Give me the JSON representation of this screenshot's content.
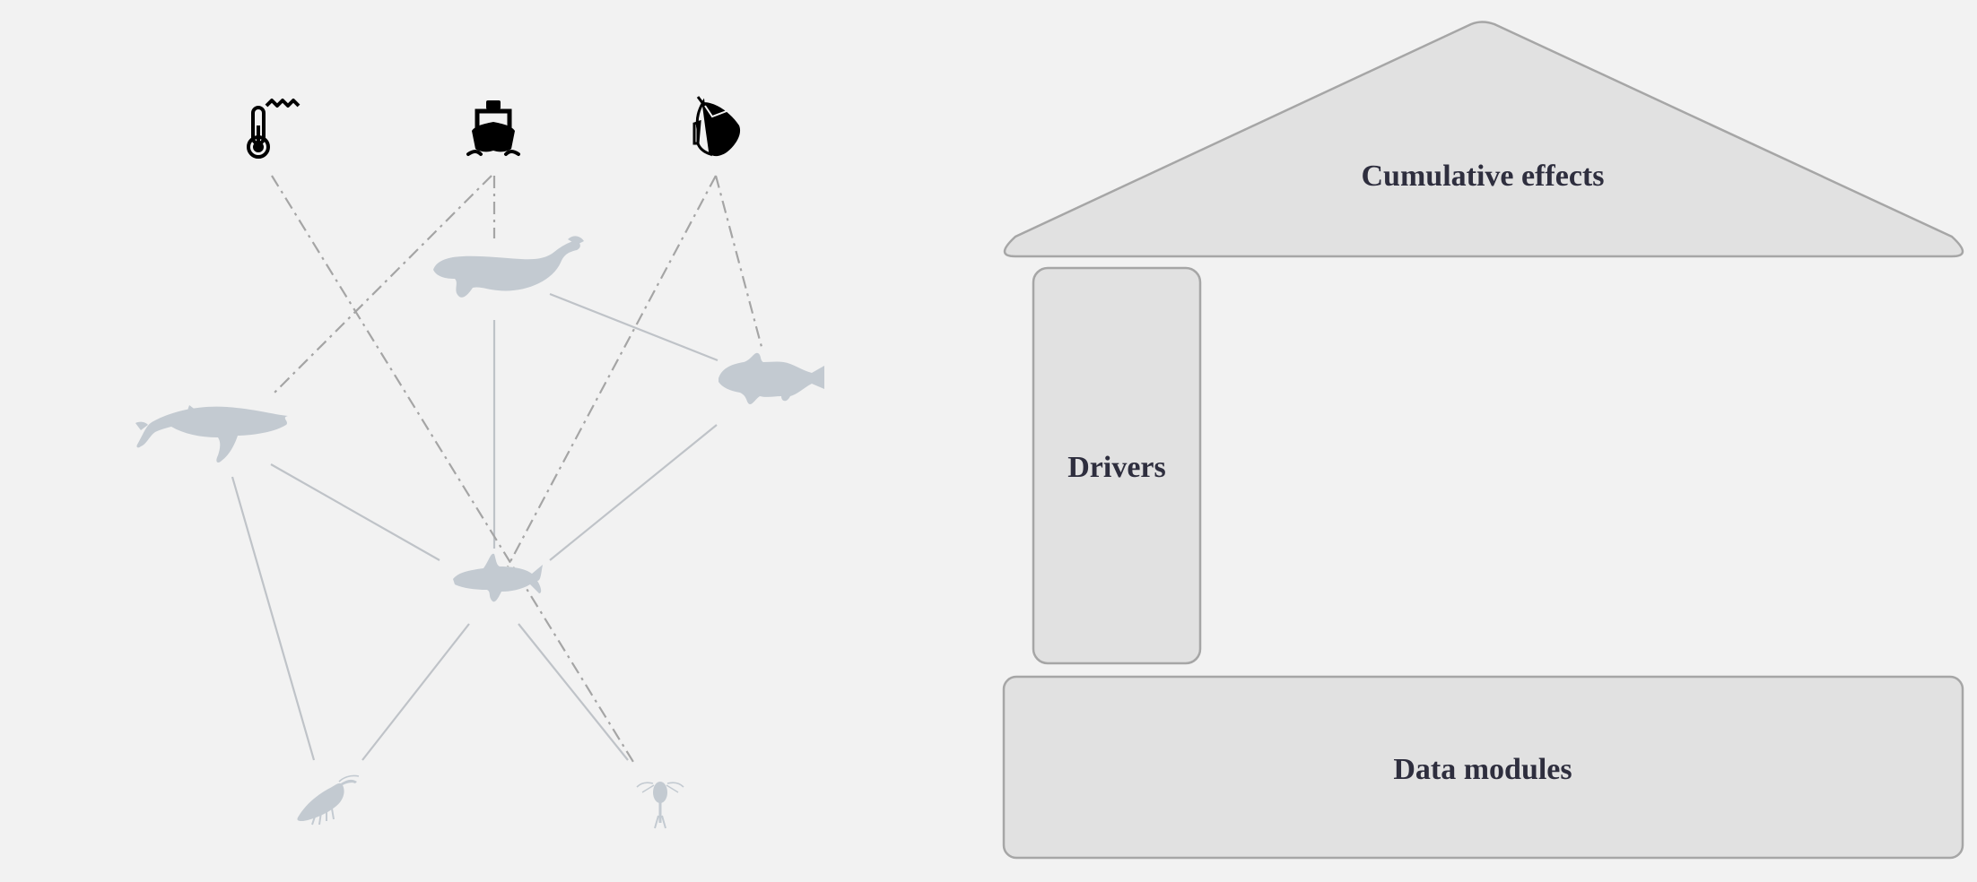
{
  "framework": {
    "roof_label": "Cumulative effects",
    "pillar_label": "Drivers",
    "base_label": "Data modules",
    "box_fill": "#e1e1e1",
    "box_stroke": "#a6a6a6",
    "text_color": "#2e2e3e"
  },
  "network": {
    "drivers": [
      {
        "id": "climate",
        "icon": "thermometer-icon"
      },
      {
        "id": "shipping",
        "icon": "ship-icon"
      },
      {
        "id": "fishing",
        "icon": "fishing-net-icon"
      }
    ],
    "species": [
      {
        "id": "beluga",
        "icon": "beluga-icon"
      },
      {
        "id": "humpback",
        "icon": "humpback-whale-icon"
      },
      {
        "id": "cod",
        "icon": "cod-icon"
      },
      {
        "id": "capelin",
        "icon": "capelin-icon"
      },
      {
        "id": "krill",
        "icon": "krill-icon"
      },
      {
        "id": "copepod",
        "icon": "copepod-icon"
      }
    ],
    "trophic_links": [
      [
        "beluga",
        "capelin"
      ],
      [
        "beluga",
        "cod"
      ],
      [
        "humpback",
        "capelin"
      ],
      [
        "humpback",
        "krill"
      ],
      [
        "cod",
        "capelin"
      ],
      [
        "capelin",
        "krill"
      ],
      [
        "capelin",
        "copepod"
      ]
    ],
    "driver_links": [
      [
        "climate",
        "copepod"
      ],
      [
        "shipping",
        "humpback"
      ],
      [
        "shipping",
        "beluga"
      ],
      [
        "fishing",
        "capelin"
      ],
      [
        "fishing",
        "cod"
      ]
    ],
    "species_color": "#c3cad1",
    "link_color": "#bfc3c8",
    "driver_link_color": "#a5a5a5",
    "driver_icon_color": "#000000"
  }
}
